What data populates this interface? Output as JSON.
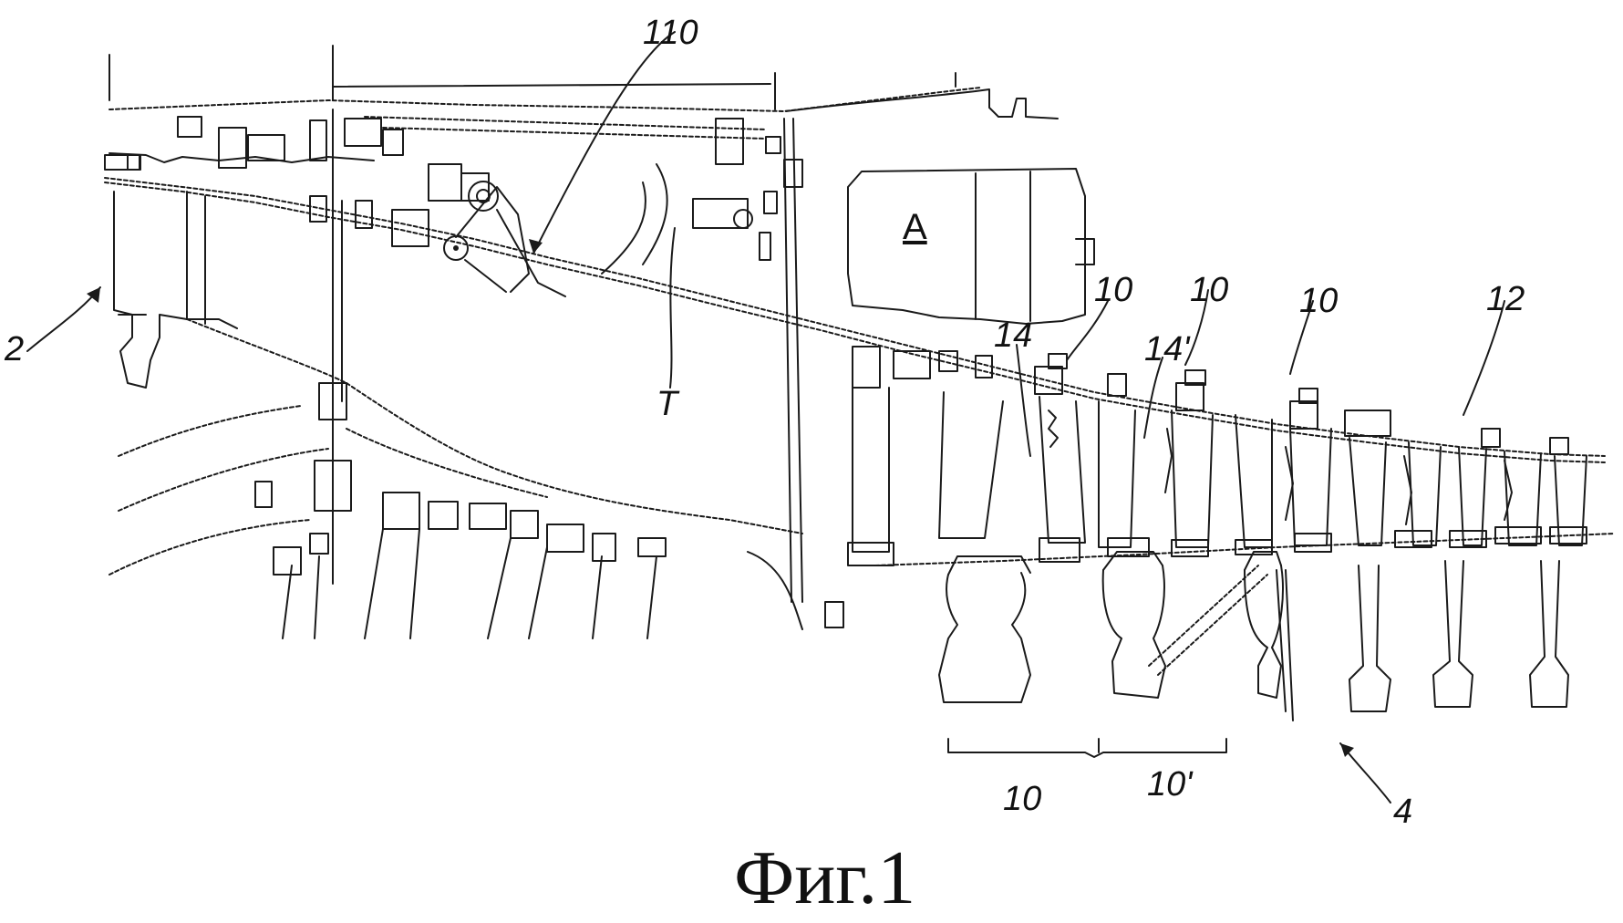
{
  "figure": {
    "caption": "Фиг.1",
    "labels": {
      "ref_110": "110",
      "ref_2": "2",
      "ref_A": "A",
      "ref_T": "T",
      "ref_10_a": "10",
      "ref_10_b": "10",
      "ref_10_c": "10",
      "ref_12": "12",
      "ref_14": "14",
      "ref_14p": "14'",
      "ref_10_bottom": "10",
      "ref_10p_bottom": "10'",
      "ref_4": "4"
    }
  }
}
